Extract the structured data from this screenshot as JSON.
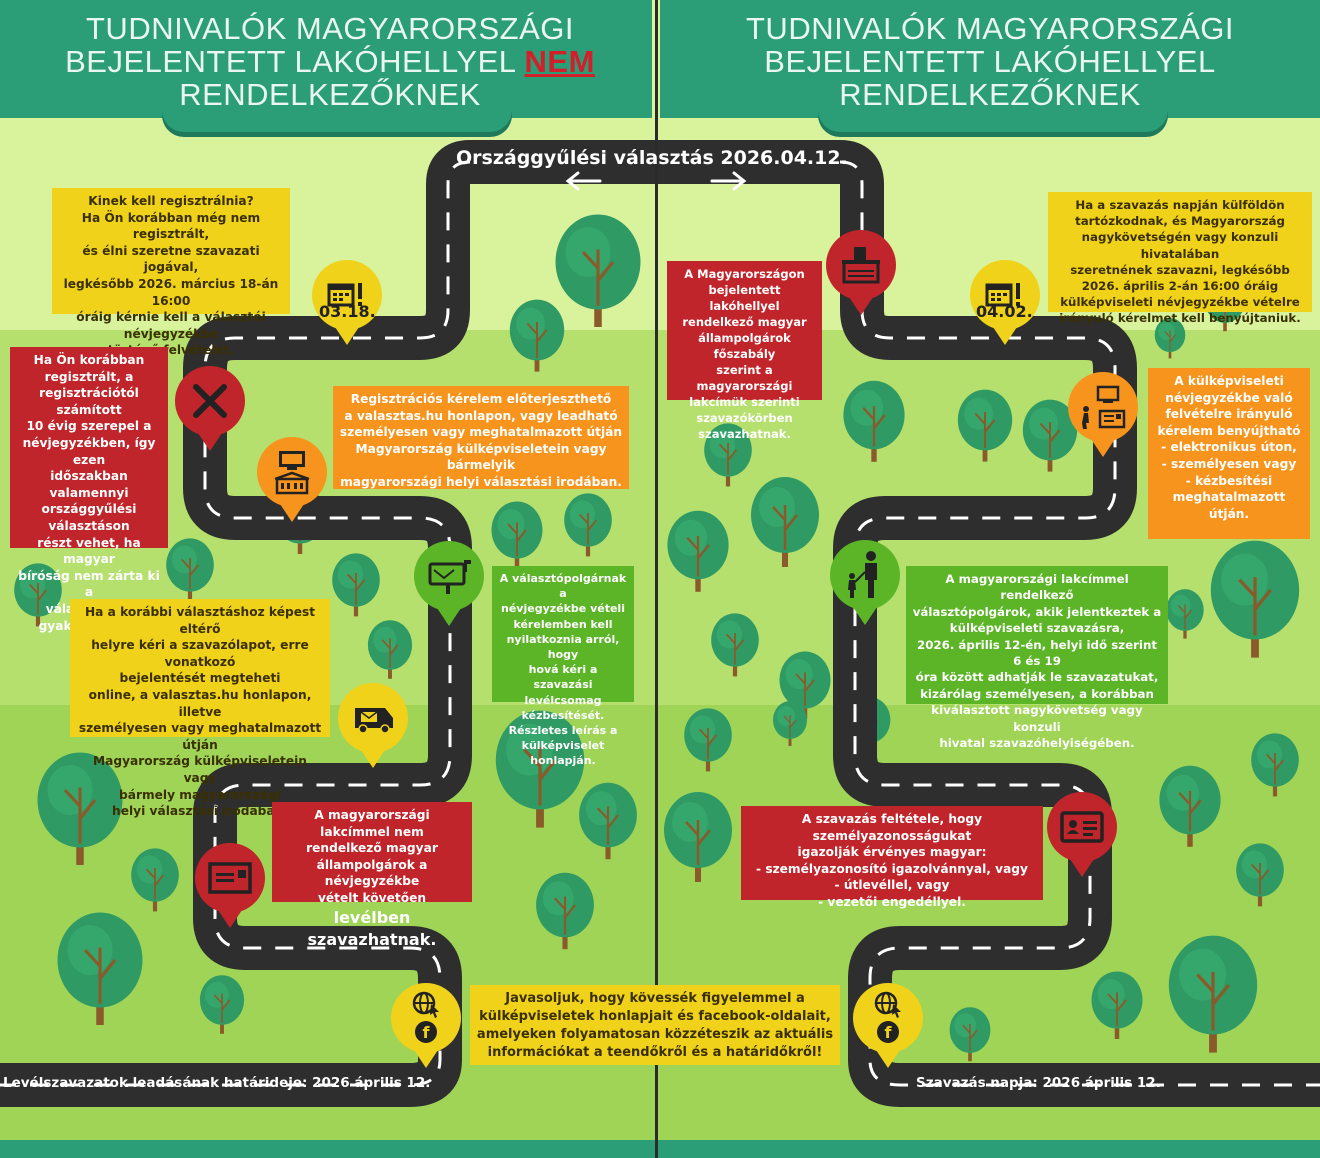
{
  "header": {
    "left_title_line1": "TUDNIVALÓK MAGYARORSZÁGI",
    "left_title_line2": "BEJELENTETT LAKÓHELLYEL",
    "left_title_nem": "NEM",
    "left_title_line3": "RENDELKEZŐKNEK",
    "right_title_line1": "TUDNIVALÓK MAGYARORSZÁGI",
    "right_title_line2": "BEJELENTETT LAKÓHELLYEL",
    "right_title_line3": "RENDELKEZŐKNEK"
  },
  "road": {
    "election_label": "Országgyűlési választás 2026.04.12.",
    "left_deadline": "Levélszavazatok leadásának határideje: 2026 április 12.",
    "right_deadline": "Szavazás napja: 2026 április 12."
  },
  "left": {
    "date_pin": "03.18.",
    "who_register": [
      "Kinek kell regisztrálnia?",
      "Ha Ön korábban még nem regisztrált,",
      "és élni szeretne szavazati jogával,",
      "legkésőbb 2026. március 18-án 16:00",
      "óráig kérnie kell a választói",
      "névjegyzékbe",
      "történő felvételét."
    ],
    "already_registered": [
      "Ha Ön korábban",
      "regisztrált, a",
      "regisztrációtól számított",
      "10 évig szerepel a",
      "névjegyzékben, így ezen",
      "időszakban valamennyi",
      "országgyűlési választáson",
      "részt vehet, ha magyar",
      "bíróság nem zárta ki a",
      "választójoga",
      "gyakorlásából."
    ],
    "how_register": [
      "Regisztrációs kérelem előterjeszthető",
      "a valasztas.hu honlapon, vagy leadható",
      "személyesen vagy meghatalmazott útján",
      "Magyarország külképviseletein vagy bármelyik",
      "magyarországi helyi választási irodában."
    ],
    "mail_packet": [
      "A választópolgárnak a",
      "névjegyzékbe vételi",
      "kérelemben kell",
      "nyilatkoznia arról, hogy",
      "hová kéri a szavazási",
      "levélcsomag kézbesítését.",
      "Részletes leírás a",
      "külképviselet honlapján."
    ],
    "different_place": [
      "Ha a korábbi választáshoz képest eltérő",
      "helyre kéri a szavazólapot, erre vonatkozó",
      "bejelentését megteheti",
      "online, a valasztas.hu honlapon, illetve",
      "személyesen vagy meghatalmazott útján",
      "Magyarország külképviseletein vagy",
      "bármely magyarországi",
      "helyi választási irodában."
    ],
    "vote_by_mail": [
      "A magyarországi lakcímmel nem",
      "rendelkező magyar",
      "állampolgárok a névjegyzékbe",
      "vételt követően"
    ],
    "vote_by_mail_big": "levélben szavazhatnak."
  },
  "center": {
    "follow": [
      "Javasoljuk, hogy kövessék figyelemmel a",
      "külképviseletek honlapjait és facebook-oldalait,",
      "amelyeken folyamatosan közzéteszik az aktuális",
      "információkat a teendőkről és a határidőkről!"
    ]
  },
  "right": {
    "date_pin": "04.02.",
    "abroad": [
      "Ha a szavazás napján külföldön",
      "tartózkodnak, és Magyarország",
      "nagykövetségén vagy konzuli hivatalában",
      "szeretnének szavazni, legkésőbb",
      "2026. április 2-án 16:00 óráig",
      "külképviseleti névjegyzékbe vételre",
      "irányuló kérelmet kell benyújtaniuk."
    ],
    "residents": [
      "A Magyarországon",
      "bejelentett lakóhellyel",
      "rendelkező magyar",
      "állampolgárok főszabály",
      "szerint a magyarországi",
      "lakcímük szerinti",
      "szavazókörben",
      "szavazhatnak."
    ],
    "request_ways": [
      "A külképviseleti",
      "névjegyzékbe való",
      "felvételre irányuló",
      "kérelem benyújtható",
      "- elektronikus úton,",
      "- személyesen vagy",
      "- kézbesítési",
      "meghatalmazott útján."
    ],
    "in_person": [
      "A magyarországi lakcímmel rendelkező",
      "választópolgárok, akik jelentkeztek a",
      "külképviseleti szavazásra,",
      "2026. április 12-én, helyi idő szerint 6 és 19",
      "óra között adhatják le szavazatukat,",
      "kizárólag személyesen, a korábban",
      "kiválasztott nagykövetség vagy konzuli",
      "hivatal szavazóhelyiségében."
    ],
    "id_docs": [
      "A szavazás feltétele, hogy személyazonosságukat",
      "igazolják érvényes magyar:",
      "- személyazonosító igazolvánnyal, vagy",
      "- útlevéllel, vagy",
      "- vezetői engedéllyel."
    ]
  },
  "colors": {
    "header_green": "#2b9d77",
    "yellow": "#f0d21a",
    "red": "#c0252b",
    "orange": "#f7941d",
    "green": "#5bb526",
    "road": "#2e2e2e"
  },
  "icons": [
    "calendar-icon",
    "x-icon",
    "computer-office-icon",
    "mailbox-icon",
    "mail-truck-icon",
    "envelope-icon",
    "web-facebook-icon",
    "ballot-box-icon",
    "computer-person-icon",
    "voter-icon",
    "id-card-icon"
  ]
}
